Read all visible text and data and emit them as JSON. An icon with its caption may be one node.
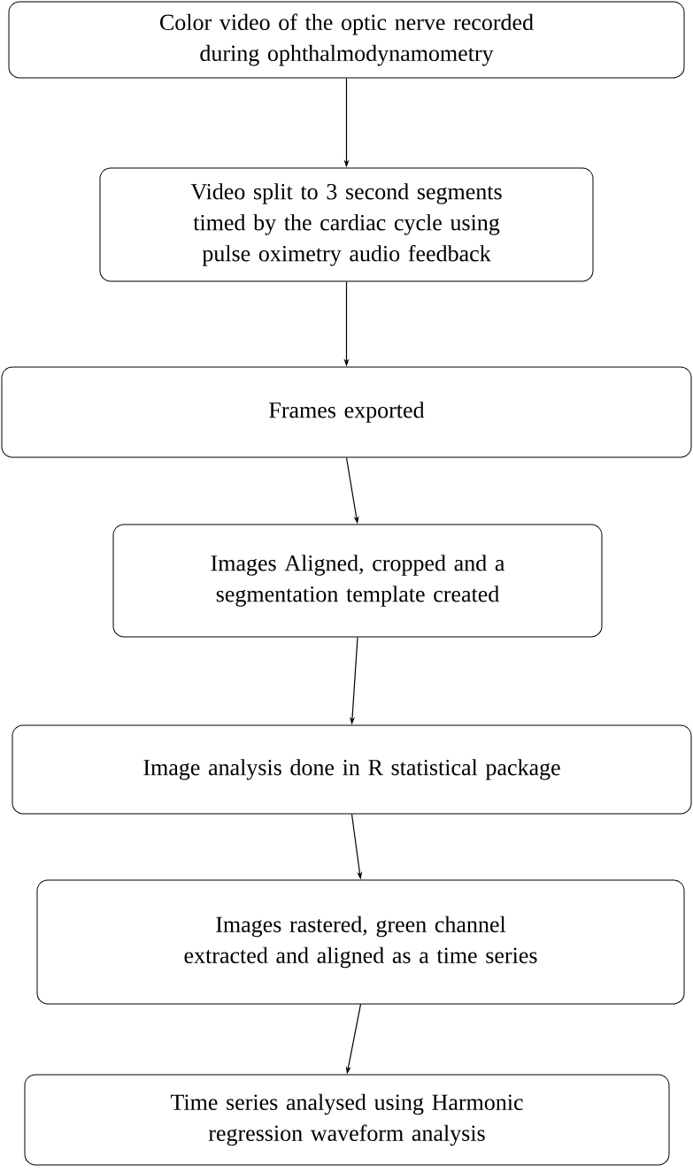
{
  "diagram": {
    "nodes": [
      {
        "text": [
          "Color video of the optic nerve recorded during ophthalmodynamometry"
        ]
      },
      {
        "text": [
          "Video split to 3 second segments timed by the cardiac cycle using pulse oximetry audio feedback"
        ]
      },
      {
        "text": [
          "Frames exported"
        ]
      },
      {
        "text": [
          "Images Aligned, cropped and a segmentation template created"
        ]
      },
      {
        "text": [
          "Image analysis done in R statistical package"
        ]
      },
      {
        "text": [
          "Images rastered, green channel extracted and aligned as a time series"
        ]
      },
      {
        "text": [
          "Time series analysed using Harmonic regression waveform analysis"
        ]
      }
    ],
    "edges": [
      {
        "from": 0,
        "to": 1,
        "arrow": "to"
      },
      {
        "from": 1,
        "to": 2,
        "arrow": "to"
      },
      {
        "from": 2,
        "to": 3,
        "arrow": "to"
      },
      {
        "from": 3,
        "to": 4,
        "arrow": "to"
      },
      {
        "from": 4,
        "to": 5,
        "arrow": "to"
      },
      {
        "from": 5,
        "to": 6,
        "arrow": "to"
      }
    ]
  }
}
